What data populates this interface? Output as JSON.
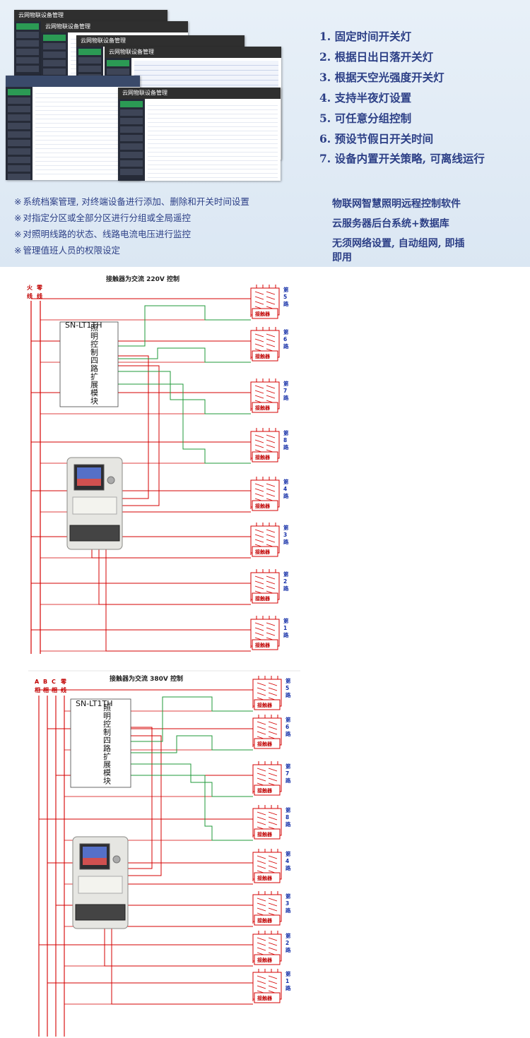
{
  "banner": {
    "app_title": "云网物联设备管理",
    "features": [
      "1. 固定时间开关灯",
      "2. 根据日出日落开关灯",
      "3. 根据天空光强度开关灯",
      "4. 支持半夜灯设置",
      "5. 可任意分组控制",
      "6. 预设节假日开关时间",
      "7. 设备内置开关策略, 可离线运行"
    ],
    "bullets": [
      "系统档案管理, 对终端设备进行添加、删除和开关时间设置",
      "对指定分区或全部分区进行分组或全局遥控",
      "对照明线路的状态、线路电流电压进行监控",
      "管理值班人员的权限设定"
    ],
    "bullet_symbol": "※",
    "product_lines": [
      "物联网智慧照明远程控制软件",
      "云服务器后台系统+数据库",
      "无须网络设置, 自动组网, 即插",
      "即用"
    ]
  },
  "diagram1": {
    "title": "接触器为交流 220V 控制",
    "line_labels": [
      [
        "火",
        "线"
      ],
      [
        "零",
        "线"
      ]
    ],
    "contactor_label": "接触器",
    "circuits": [
      [
        "第",
        "5",
        "路"
      ],
      [
        "第",
        "6",
        "路"
      ],
      [
        "第",
        "7",
        "路"
      ],
      [
        "第",
        "8",
        "路"
      ],
      [
        "第",
        "4",
        "路"
      ],
      [
        "第",
        "3",
        "路"
      ],
      [
        "第",
        "2",
        "路"
      ],
      [
        "第",
        "1",
        "路"
      ]
    ],
    "module_label": "照明控制四路扩展模块",
    "module_model": "SN-LT1TH"
  },
  "diagram2": {
    "title": "接触器为交流 380V 控制",
    "line_labels": [
      [
        "A",
        "相"
      ],
      [
        "B",
        "相"
      ],
      [
        "C",
        "相"
      ],
      [
        "零",
        "线"
      ]
    ],
    "contactor_label": "接触器",
    "circuits": [
      [
        "第",
        "5",
        "路"
      ],
      [
        "第",
        "6",
        "路"
      ],
      [
        "第",
        "7",
        "路"
      ],
      [
        "第",
        "8",
        "路"
      ],
      [
        "第",
        "4",
        "路"
      ],
      [
        "第",
        "3",
        "路"
      ],
      [
        "第",
        "2",
        "路"
      ],
      [
        "第",
        "1",
        "路"
      ]
    ],
    "module_label": "照明控制四路扩展模块",
    "module_model": "SN-LT1TH"
  },
  "colors": {
    "live": "#d40000",
    "signal": "#1f9a3a",
    "text_blue": "#2c3f86",
    "circuit_blue": "#1530a8"
  }
}
